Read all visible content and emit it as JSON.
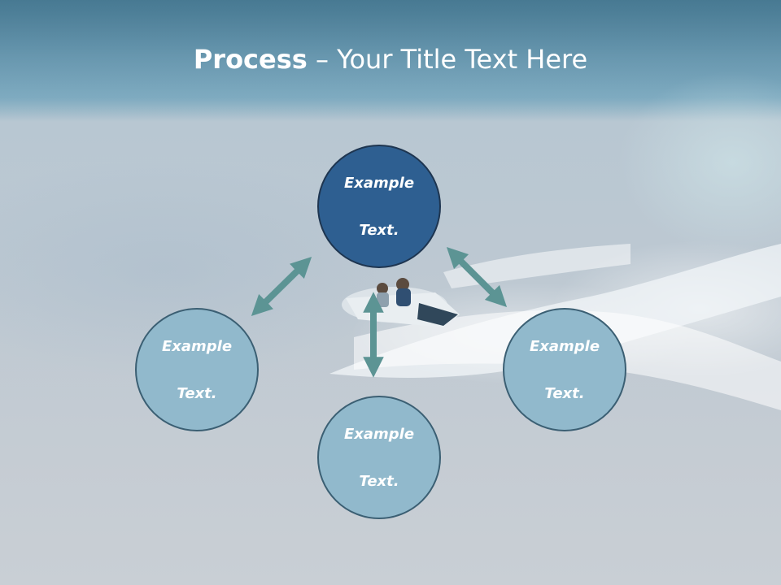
{
  "slide": {
    "title_bold": "Process",
    "title_rest": " – Your Title Text Here"
  },
  "nodes": {
    "top": {
      "line1": "Example",
      "line2": "Text."
    },
    "left": {
      "line1": "Example",
      "line2": "Text."
    },
    "right": {
      "line1": "Example",
      "line2": "Text."
    },
    "bottom": {
      "line1": "Example",
      "line2": "Text."
    }
  },
  "colors": {
    "center_node": "#2e5f91",
    "outer_node": "#91b9cc",
    "arrow": "#5c9494",
    "title_text": "#ffffff"
  }
}
